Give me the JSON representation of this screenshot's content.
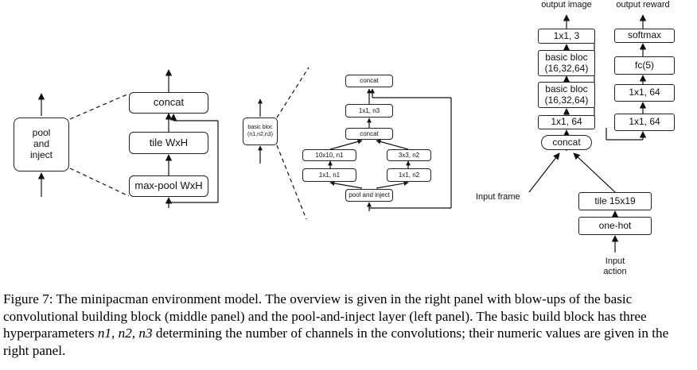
{
  "left_panel": {
    "pool_inject": "pool\nand\ninject",
    "concat": "concat",
    "tile": "tile WxH",
    "maxpool": "max-pool WxH"
  },
  "middle_panel": {
    "basic_bloc": "basic bloc\n(n1,n2,n3)",
    "concat_top": "concat",
    "conv_n3": "1x1, n3",
    "concat_mid": "concat",
    "conv_10x10": "10x10, n1",
    "conv_3x3": "3x3, n2",
    "conv_1x1_n1": "1x1, n1",
    "conv_1x1_n2": "1x1, n2",
    "pool_and_inject": "pool and inject"
  },
  "right_panel": {
    "output_image": "output image",
    "output_reward": "output reward",
    "conv_1x1_3": "1x1, 3",
    "basic_bloc_a": "basic bloc\n(16,32,64)",
    "basic_bloc_b": "basic bloc\n(16,32,64)",
    "conv_1x1_64_left": "1x1, 64",
    "concat": "concat",
    "softmax": "softmax",
    "fc": "fc(5)",
    "conv_1x1_64_r1": "1x1, 64",
    "conv_1x1_64_r2": "1x1, 64",
    "input_frame": "Input frame",
    "tile": "tile 15x19",
    "one_hot": "one-hot",
    "input_action": "Input\naction"
  },
  "caption": {
    "p1": "Figure 7: The minipacman environment model. The overview is given in the right panel with blow-ups of the basic convolutional building block (middle panel) and the pool-and-inject layer (left panel). The basic build block has three hyperparameters ",
    "math": "n1, n2, n3",
    "p2": " determining the number of channels in the convolutions; their numeric values are given in the right panel."
  }
}
